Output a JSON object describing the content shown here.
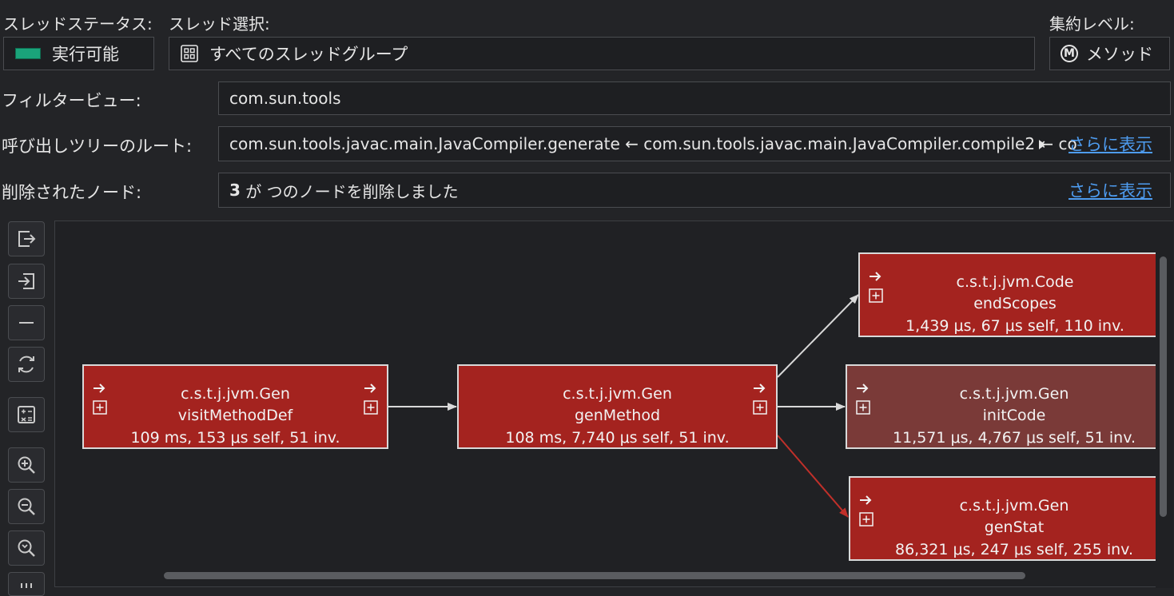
{
  "header": {
    "thread_status_label": "スレッドステータス:",
    "thread_status_value": "実行可能",
    "thread_status_color": "#1aa37a",
    "thread_select_label": "スレッド選択:",
    "thread_select_value": "すべてのスレッドグループ",
    "aggregation_label": "集約レベル:",
    "aggregation_value": "メソッド",
    "aggregation_icon_letter": "M"
  },
  "filter": {
    "label": "フィルタービュー:",
    "value": "com.sun.tools"
  },
  "root": {
    "label": "呼び出しツリーのルート:",
    "value": "com.sun.tools.javac.main.JavaCompiler.generate ← com.sun.tools.javac.main.JavaCompiler.compile2 ← co",
    "more": "さらに表示"
  },
  "removed": {
    "label": "削除されたノード:",
    "count": "3",
    "text": "が つのノードを削除しました",
    "more": "さらに表示"
  },
  "toolbar": [
    {
      "icon": "exit-icon"
    },
    {
      "icon": "enter-icon"
    },
    {
      "icon": "minus-icon"
    },
    {
      "icon": "refresh-icon"
    },
    {
      "icon": "calculator-icon"
    },
    {
      "icon": "zoom-in-icon"
    },
    {
      "icon": "zoom-out-icon"
    },
    {
      "icon": "zoom-fit-icon"
    }
  ],
  "colors": {
    "node_red": "#a4231f",
    "node_muted": "#7a3a38",
    "edge_white": "#d9d9d9",
    "edge_red": "#c0302a",
    "link": "#4e9cf0"
  },
  "graph": {
    "nodes": [
      {
        "class": "c.s.t.j.jvm.Gen",
        "method": "visitMethodDef",
        "stats": "109 ms, 153 μs self, 51 inv."
      },
      {
        "class": "c.s.t.j.jvm.Gen",
        "method": "genMethod",
        "stats": "108 ms, 7,740 μs self, 51 inv."
      },
      {
        "class": "c.s.t.j.jvm.Code",
        "method": "endScopes",
        "stats": "1,439 μs, 67 μs self, 110 inv."
      },
      {
        "class": "c.s.t.j.jvm.Gen",
        "method": "initCode",
        "stats": "11,571 μs, 4,767 μs self, 51 inv."
      },
      {
        "class": "c.s.t.j.jvm.Gen",
        "method": "genStat",
        "stats": "86,321 μs, 247 μs self, 255 inv."
      }
    ]
  }
}
